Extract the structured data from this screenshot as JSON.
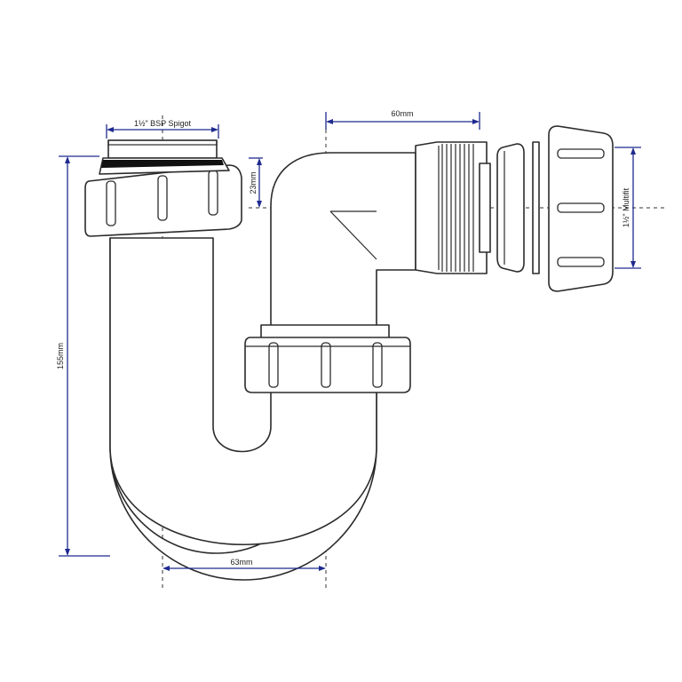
{
  "dimensions": {
    "spigot_label": "1½\" BSP Spigot",
    "outlet_offset": "60mm",
    "top_offset": "23mm",
    "height": "155mm",
    "trap_width": "63mm",
    "multifit_label": "1½\" Multifit"
  },
  "colors": {
    "outline": "#2b2b2b",
    "dimension": "#1f2a8f",
    "seal": "#111111",
    "background": "#ffffff"
  }
}
